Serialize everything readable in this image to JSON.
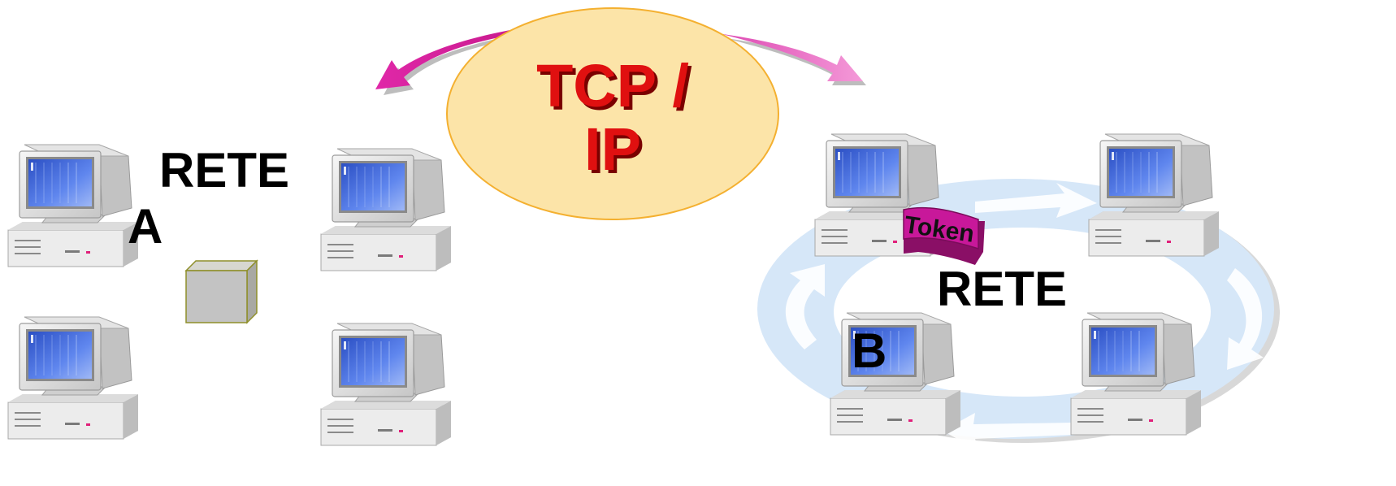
{
  "network_a": {
    "title": "RETE",
    "letter": "A"
  },
  "network_b": {
    "title": "RETE",
    "letter": "B"
  },
  "protocol": {
    "line1": "TCP /",
    "line2": "IP"
  },
  "token_label": "Token",
  "colors": {
    "bubble_fill": "#fce4a8",
    "bubble_stroke": "#f4b030",
    "protocol_text": "#e01010",
    "arrow": "#d0189a",
    "token": "#c8189a",
    "ring": "#d6e7f8",
    "screen": "#3a64d8"
  }
}
